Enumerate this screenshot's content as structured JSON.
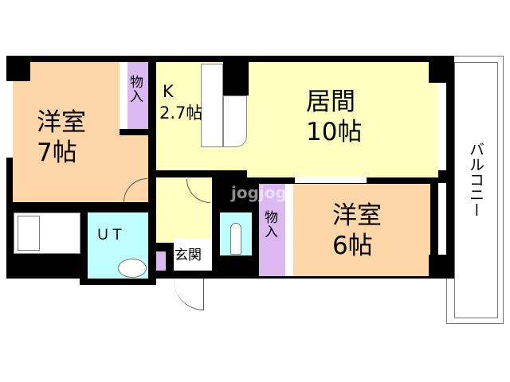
{
  "floorplan": {
    "colors": {
      "wall": "#000000",
      "western_room": "#FFD6A8",
      "living_kitchen": "#FFFFC0",
      "storage": "#DCB8F0",
      "wet_area": "#C0FFFF",
      "white": "#FFFFFF"
    },
    "rooms": {
      "western_7": {
        "name": "洋室",
        "size": "7帖"
      },
      "storage_1": {
        "name": "物\n入"
      },
      "kitchen": {
        "name": "K",
        "size": "2.7帖"
      },
      "living": {
        "name": "居間",
        "size": "10帖"
      },
      "western_6": {
        "name": "洋室",
        "size": "6帖"
      },
      "storage_2": {
        "name": "物\n入"
      },
      "utility": {
        "name": "ＵＴ"
      },
      "entrance": {
        "name": "玄関"
      },
      "balcony": {
        "name": "バルコニー"
      }
    },
    "watermark": "jogjog"
  }
}
